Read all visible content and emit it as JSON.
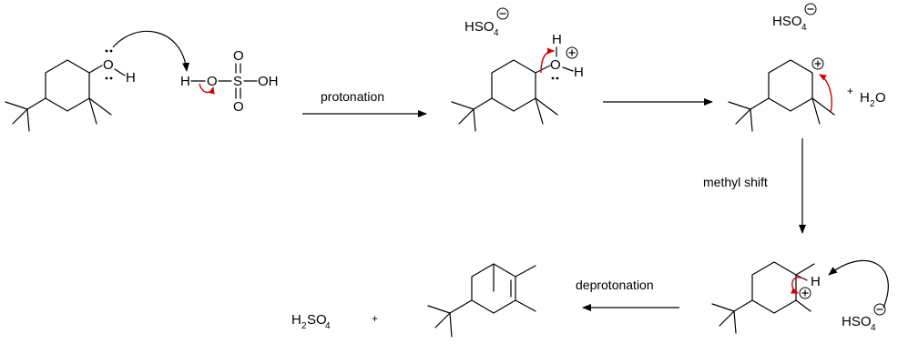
{
  "steps": {
    "protonation": "protonation",
    "methyl_shift": "methyl shift",
    "deprotonation": "deprotonation"
  },
  "atoms": {
    "O": "O",
    "H": "H",
    "S": "S",
    "OH": "OH",
    "HSO": "HSO",
    "H2": "H",
    "SO": "SO",
    "sub2": "2",
    "sub4": "4",
    "plus": "+",
    "minus": "−"
  },
  "colors": {
    "ink": "#000000",
    "curved_arrow": "#d40000"
  }
}
